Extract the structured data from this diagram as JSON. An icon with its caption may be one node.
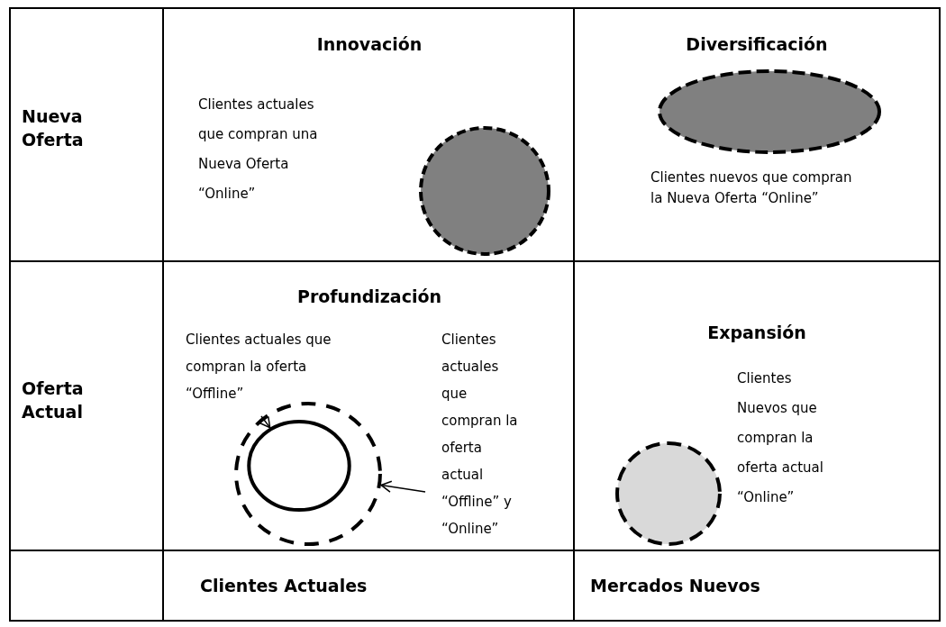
{
  "diagram": {
    "nodes": [
      {
        "text": [
          "Clientes actuales que compran la oferta “Offline”"
        ]
      },
      {
        "text": [
          "Clientes actuales que compran la oferta actual “Offline” y “Online”"
        ]
      },
      {
        "text": [],
        "shape": "circle"
      },
      {
        "text": [],
        "shape": "circle",
        "in": 2
      },
      {
        "text": [],
        "shape": "circle"
      },
      {
        "text": [],
        "shape": "ellipse"
      },
      {
        "text": [],
        "shape": "circle"
      }
    ],
    "edges": [
      {
        "from": 0,
        "to": 3,
        "arrow": "to"
      },
      {
        "from": 1,
        "to": 2,
        "arrow": "to"
      }
    ],
    "labels": [
      "Nueva Oferta",
      "Innovación",
      "Clientes actuales que compran una Nueva Oferta “Online”",
      "Diversificación",
      "Clientes nuevos que compran la Nueva Oferta “Online”",
      "Oferta Actual",
      "Profundización",
      "Expansión",
      "Clientes Nuevos que compran la oferta actual “Online”",
      "Clientes Actuales",
      "Mercados Nuevos"
    ]
  }
}
